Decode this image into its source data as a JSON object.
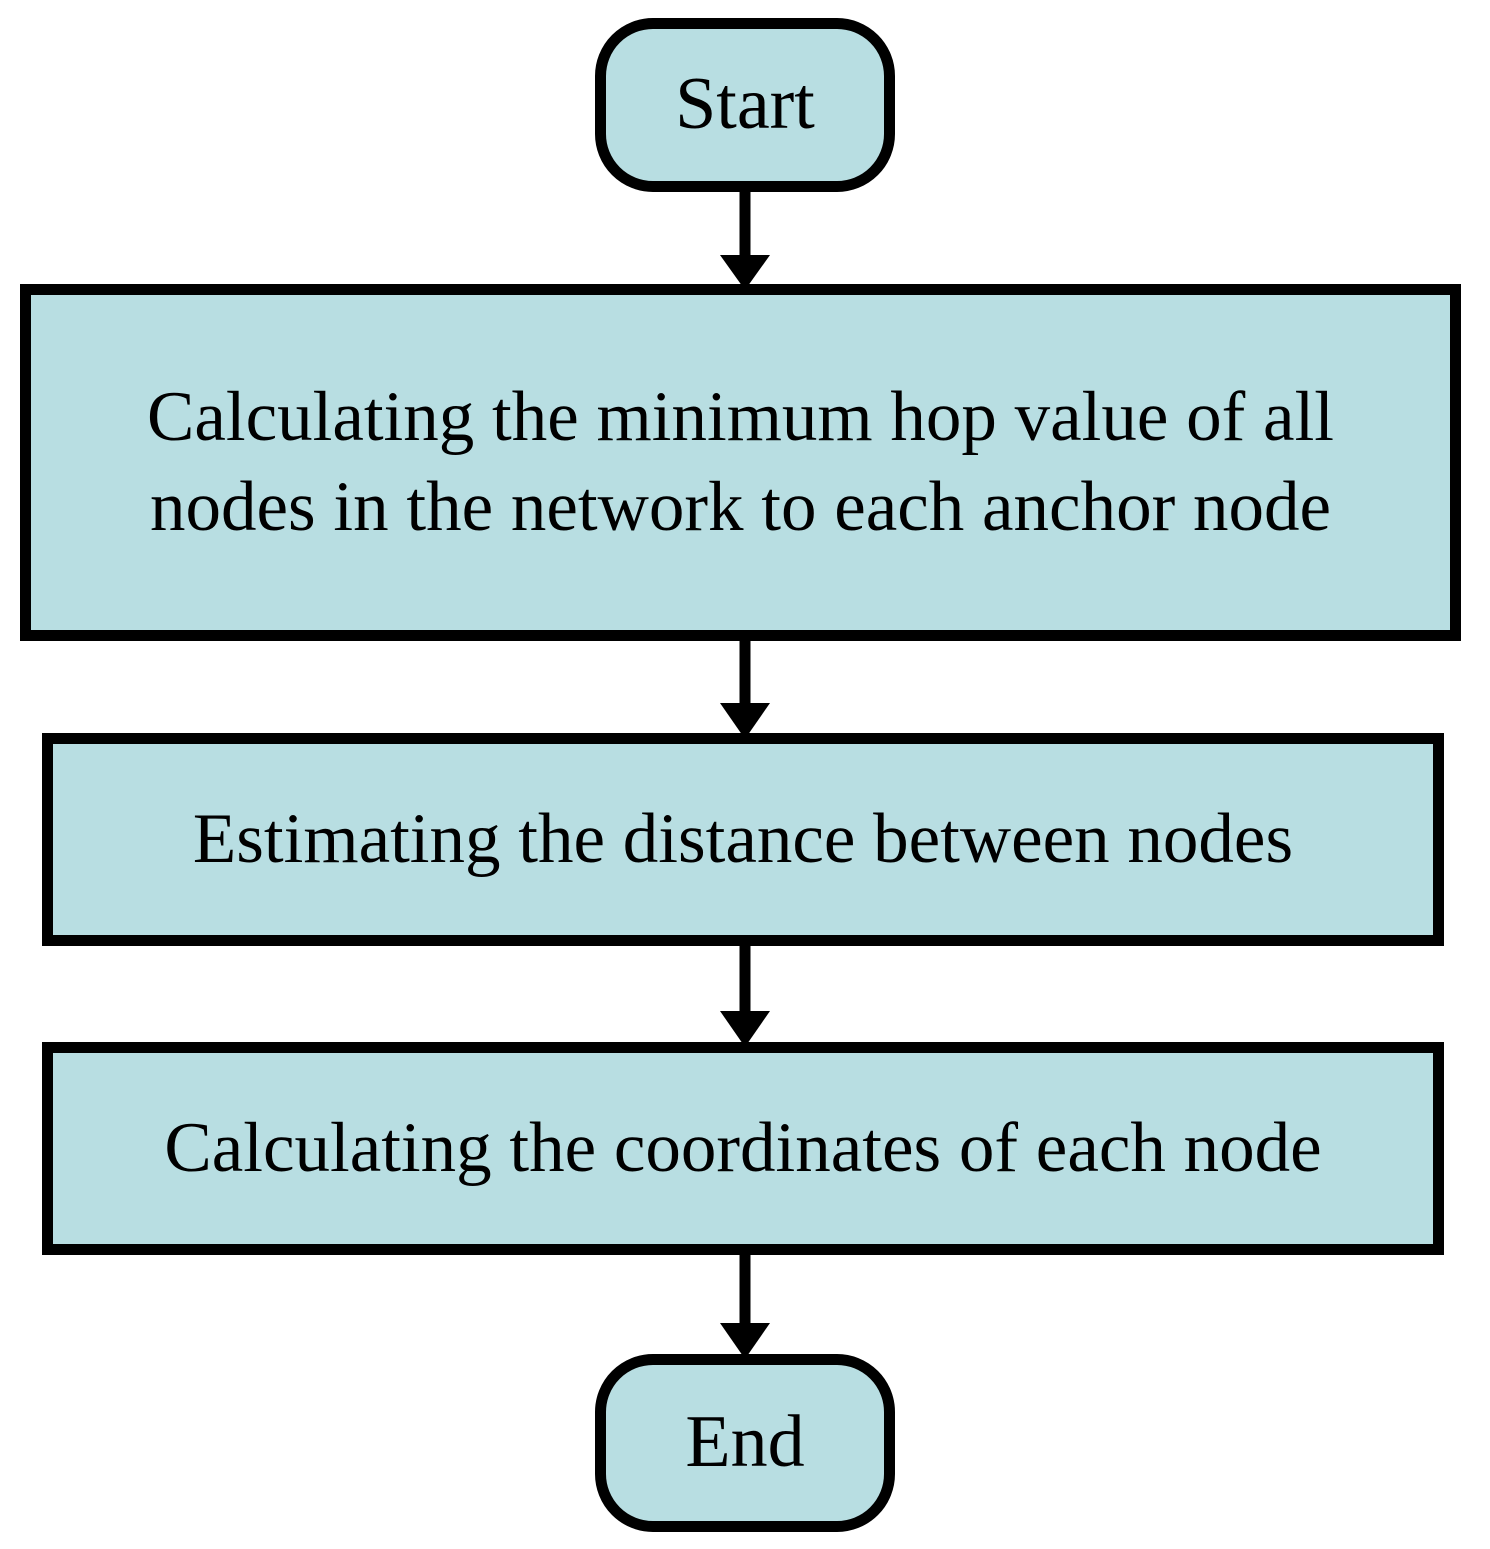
{
  "diagram": {
    "title": "Localization algorithm flowchart",
    "type": "flowchart",
    "orientation": "top-to-bottom",
    "palette": {
      "node_fill": "#b8dee2",
      "node_border": "#000000",
      "connector": "#000000",
      "background": "#ffffff"
    },
    "nodes": [
      {
        "id": "start",
        "shape": "terminator",
        "label": "Start"
      },
      {
        "id": "step1",
        "shape": "process",
        "label": "Calculating the minimum hop value of all\nnodes in the network to each anchor node"
      },
      {
        "id": "step2",
        "shape": "process",
        "label": "Estimating the distance between nodes"
      },
      {
        "id": "step3",
        "shape": "process",
        "label": "Calculating the coordinates of each node"
      },
      {
        "id": "end",
        "shape": "terminator",
        "label": "End"
      }
    ],
    "edges": [
      {
        "id": "edge-start-step1",
        "from": "start",
        "to": "step1",
        "label": ""
      },
      {
        "id": "edge-step1-step2",
        "from": "step1",
        "to": "step2",
        "label": ""
      },
      {
        "id": "edge-step2-step3",
        "from": "step2",
        "to": "step3",
        "label": ""
      },
      {
        "id": "edge-step3-end",
        "from": "step3",
        "to": "end",
        "label": ""
      }
    ]
  }
}
